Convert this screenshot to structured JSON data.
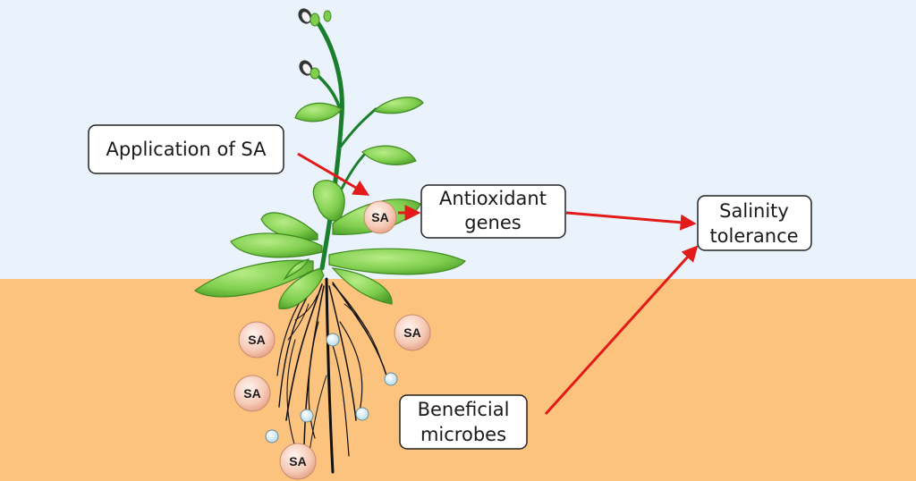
{
  "labels": {
    "application": "Application of SA",
    "antioxidant_line1": "Antioxidant",
    "antioxidant_line2": "genes",
    "salinity_line1": "Salinity",
    "salinity_line2": "tolerance",
    "microbes_line1": "Beneficial",
    "microbes_line2": "microbes",
    "sa": "SA"
  },
  "colors": {
    "sky": "#eaf3fb",
    "soil": "#fbc37e",
    "leaf": "#7fce4e",
    "leaf_stroke": "#3e8a1e",
    "stem": "#1a7f2c",
    "root": "#111111",
    "arrow": "#e21a1a",
    "sa_fill": "#f6c9b6",
    "microbe_fill": "#c9e8f4"
  }
}
